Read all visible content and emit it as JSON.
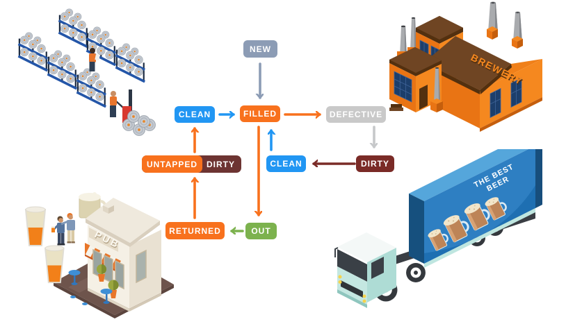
{
  "diagram": {
    "nodes": {
      "new": {
        "label": "NEW",
        "color": "#8C9CB5"
      },
      "clean_left": {
        "label": "CLEAN",
        "color": "#2196F3"
      },
      "filled": {
        "label": "FILLED",
        "color": "#F8711D"
      },
      "defective": {
        "label": "DEFECTIVE",
        "color": "#C9C9C9"
      },
      "untapped": {
        "label": "UNTAPPED",
        "color": "#F8711D"
      },
      "untapped_dirty": {
        "label": "DIRTY",
        "color": "#6D3432"
      },
      "clean_center": {
        "label": "CLEAN",
        "color": "#2196F3"
      },
      "dirty_right": {
        "label": "DIRTY",
        "color": "#7A2B27"
      },
      "returned": {
        "label": "RETURNED",
        "color": "#F8711D"
      },
      "out": {
        "label": "OUT",
        "color": "#7CB24E"
      }
    },
    "edges": [
      {
        "from": "new",
        "to": "filled",
        "color": "#8C9CB5"
      },
      {
        "from": "clean_left",
        "to": "filled",
        "color": "#2196F3"
      },
      {
        "from": "filled",
        "to": "defective",
        "color": "#F8711D"
      },
      {
        "from": "defective",
        "to": "dirty_right",
        "color": "#C6C8CA"
      },
      {
        "from": "dirty_right",
        "to": "clean_center",
        "color": "#7A2B27"
      },
      {
        "from": "clean_center",
        "to": "filled",
        "color": "#2196F3"
      },
      {
        "from": "filled",
        "to": "out",
        "color": "#F8711D"
      },
      {
        "from": "out",
        "to": "returned",
        "color": "#7CB24E"
      },
      {
        "from": "returned",
        "to": "untapped",
        "color": "#F8711D"
      },
      {
        "from": "untapped",
        "to": "clean_left",
        "color": "#F8711D"
      }
    ]
  },
  "illustrations": {
    "warehouse": {
      "name": "keg warehouse"
    },
    "brewery": {
      "sign": "BREWERY"
    },
    "pub": {
      "sign": "PUB"
    },
    "truck": {
      "slogan_line1": "THE BEST",
      "slogan_line2": "BEER"
    }
  }
}
